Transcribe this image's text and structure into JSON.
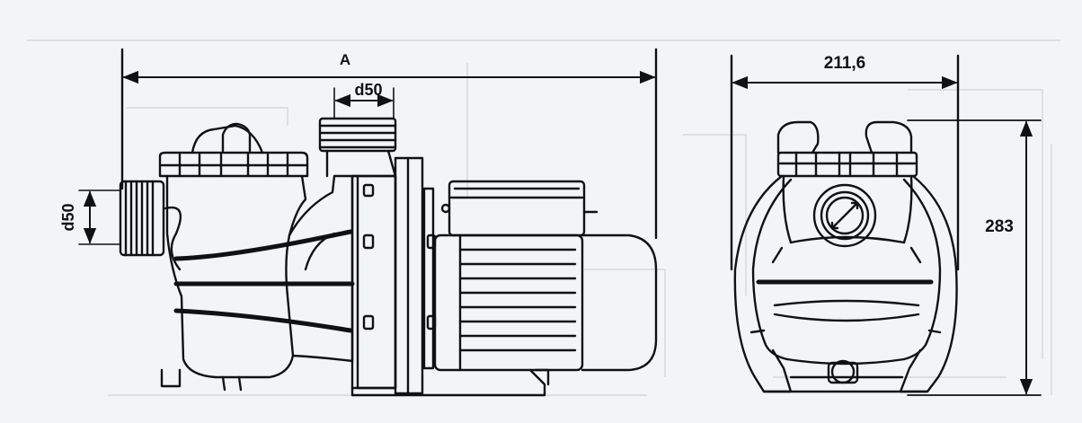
{
  "dimensions": {
    "overall_length": "A",
    "side_port": "d50",
    "top_port": "d50",
    "front_width": "211,6",
    "front_height": "283"
  },
  "colors": {
    "background": "#f3f4f6",
    "line": "#111111",
    "ghost": "#c9cdd3"
  }
}
